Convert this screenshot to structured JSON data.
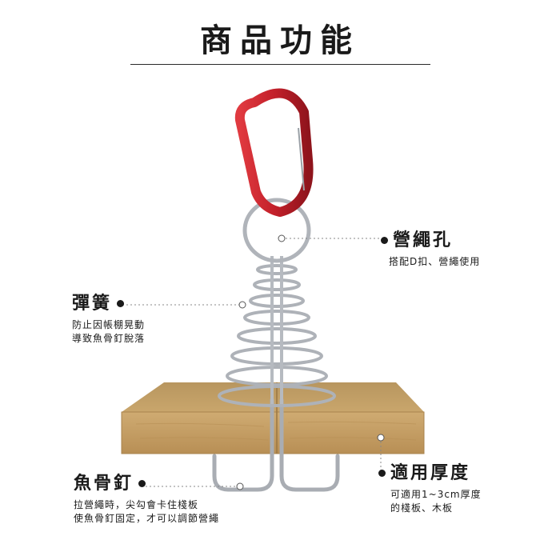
{
  "page": {
    "title": "商品功能"
  },
  "callouts": {
    "rope_hole": {
      "title": "營繩孔",
      "desc": "搭配D扣、營繩使用"
    },
    "spring": {
      "title": "彈簧",
      "desc_lines": [
        "防止因帳棚晃動",
        "導致魚骨釘脫落"
      ]
    },
    "fishbone": {
      "title": "魚骨釘",
      "desc_lines": [
        "拉營繩時，尖勾會卡住棧板",
        "使魚骨釘固定，才可以調節營繩"
      ]
    },
    "thickness": {
      "title": "適用厚度",
      "desc_lines": [
        "可適用1~3cm厚度",
        "的棧板、木板"
      ]
    }
  },
  "colors": {
    "carabiner": "#c8242d",
    "wood": "#c8a36a",
    "steel": "#b8bcc2",
    "text": "#1a1a1a"
  },
  "icons": {
    "product": "deck-peg-with-spring-and-carabiner"
  }
}
